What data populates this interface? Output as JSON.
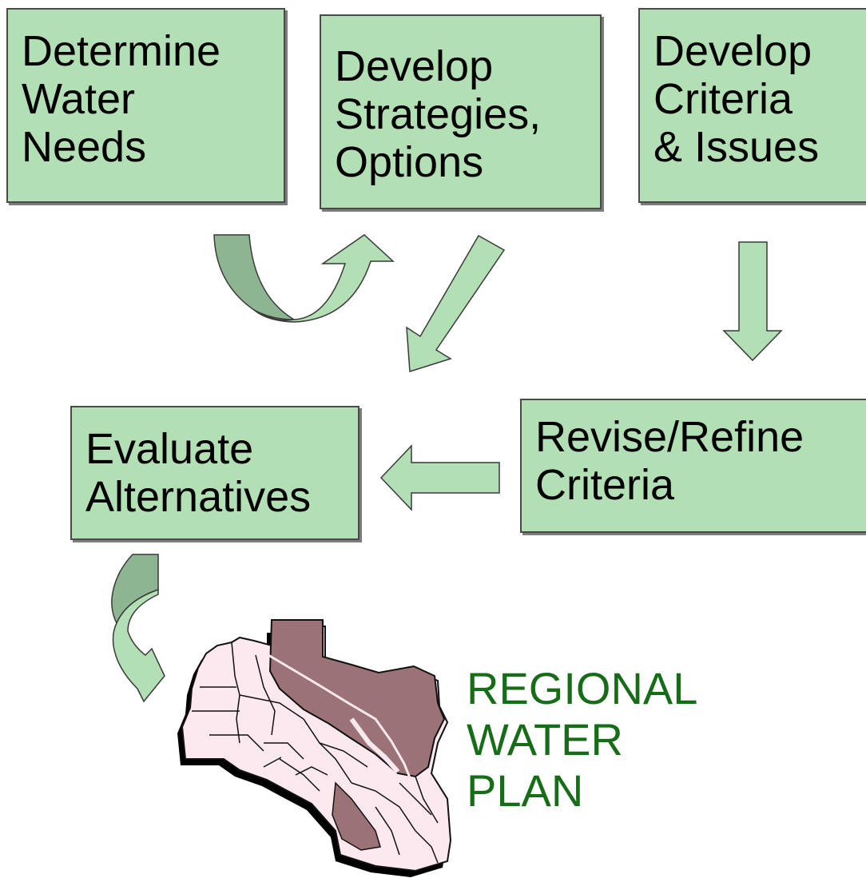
{
  "colors": {
    "box_fill": "#b3dfb4",
    "box_border": "#4a4a4a",
    "arrow_fill": "#b3dfb4",
    "arrow_dark": "#8db592",
    "map_land": "#9b7275",
    "map_counties": "#fce9f0",
    "plan_title": "#176d17"
  },
  "boxes": {
    "determine": {
      "lines": [
        "Determine",
        "Water",
        "Needs"
      ]
    },
    "strategies": {
      "lines": [
        "Develop",
        "Strategies,",
        "Options"
      ]
    },
    "criteria": {
      "lines": [
        "Develop",
        "Criteria",
        "& Issues"
      ]
    },
    "evaluate": {
      "lines": [
        "Evaluate",
        "Alternatives"
      ]
    },
    "revise": {
      "lines": [
        "Revise/Refine",
        "Criteria"
      ]
    }
  },
  "plan_title": {
    "lines": [
      "REGIONAL",
      "WATER",
      "PLAN"
    ]
  },
  "map_icon": "texas-region-map"
}
